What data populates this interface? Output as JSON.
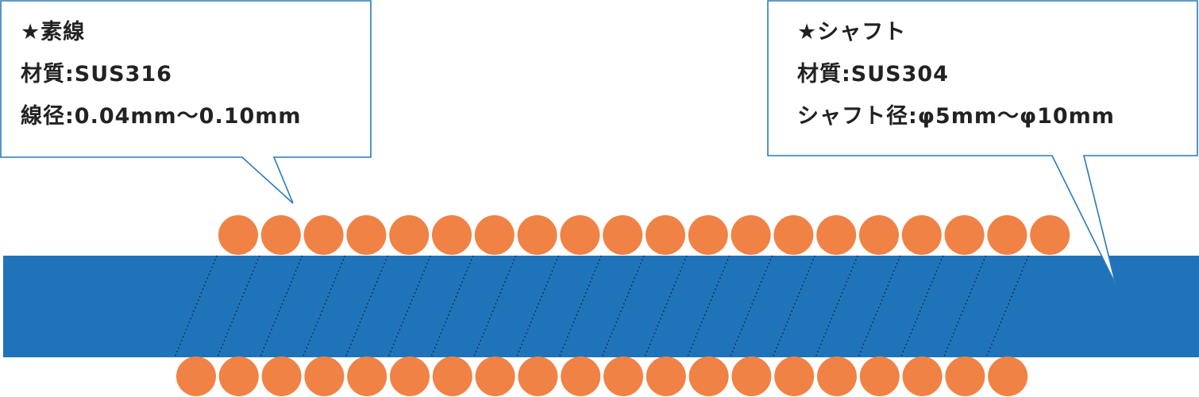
{
  "colors": {
    "shaft": "#1f74b9",
    "wire": "#f08245",
    "callout_border": "#2a7ab8",
    "callout_fill": "#ffffff",
    "text": "#222222",
    "helix_line": "#1a1a1a"
  },
  "wire_callout": {
    "title": "★素線",
    "material": "材質:SUS316",
    "diameter": "線径:0.04mm～0.10mm"
  },
  "shaft_callout": {
    "title": "★シャフト",
    "material": "材質:SUS304",
    "diameter": "シャフト径:φ5mm～φ10mm"
  },
  "top_wire_count": 20,
  "bottom_wire_count": 20
}
